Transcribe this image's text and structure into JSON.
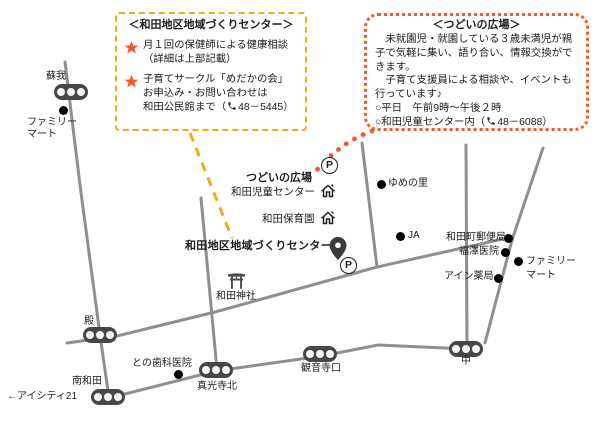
{
  "colors": {
    "accent_yellow": "#F6A71B",
    "accent_orange_red": "#F1582B",
    "road_gray": "#8F8F8F",
    "signal_dark": "#474747",
    "pin_dark": "#3B3B3B"
  },
  "icons": {
    "star": "star-icon",
    "phone": "phone-icon",
    "home": "house-icon",
    "pin": "map-pin-icon",
    "torii": "torii-gate-icon",
    "parking": "parking-icon",
    "poi": "poi-dot",
    "signal": "traffic-signal"
  },
  "left_box": {
    "title": "＜和田地区地域づくりセンター＞",
    "item1_l1": "月１回の保健師による健康相談",
    "item1_l2": "（詳細は上部記載）",
    "item2_l1": "子育てサークル「めだかの会」",
    "item2_l2": "お申込み・お問い合わせは",
    "item2_l3": "和田公民館まで（",
    "item2_phone": "48－5445）"
  },
  "right_box": {
    "title": "＜つどいの広場＞",
    "para1": "　未就園児・就園している３歳未満児が親子で気軽に集い、語り合い、情報交換ができます。",
    "para2": "　子育て支援員による相談や、イベントも行っています♪",
    "line3": "○平日　午前9時～午後２時",
    "line4_pre": "○和田児童センター内（",
    "line4_phone": "48－6088）"
  },
  "map": {
    "parking_letter": "P",
    "soga": "蘇我",
    "familymart_left": "ファミリー\nマート",
    "tsudoi_plaza": "つどいの広場",
    "jido_center": "和田児童センター",
    "hoikuen": "和田保育園",
    "community_center": "和田地区地域づくりセンター",
    "jinja": "和田神社",
    "yume_no_sato": "ゆめの里",
    "ja": "JA",
    "post_office": "和田町郵便局",
    "fukuzawa_clinic": "福澤医院",
    "familymart_right": "ファミリー\nマート",
    "ain_pharmacy": "アイン薬局",
    "tono_dental": "との歯科医院",
    "tono": "殿",
    "minami_wada": "南和田",
    "aicity": "←アイシティ21",
    "shinkoji_kita": "真光寺北",
    "kannonji_guchi": "観音寺口",
    "naka": "中"
  }
}
